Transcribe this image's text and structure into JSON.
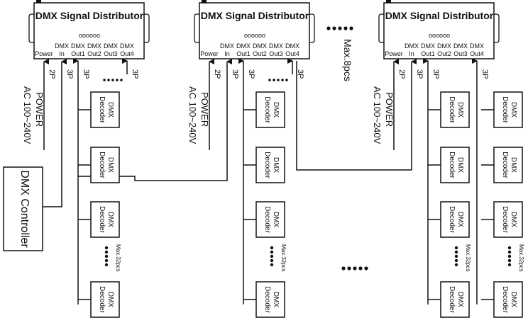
{
  "distributor": {
    "title": "DMX Signal Distributor",
    "leds": "oooooo",
    "ports": {
      "power": "Power",
      "dmx_in": "DMX In",
      "out1": "DMX Out1",
      "out2": "DMX Out2",
      "out3": "DMX Out3",
      "out4": "DMX Out4"
    }
  },
  "wiring": {
    "power_pins": "2P",
    "signal_pins": "3P"
  },
  "power": {
    "label": "POWER",
    "voltage": "AC 100~240V"
  },
  "controller": {
    "label": "DMX Controller"
  },
  "decoder": {
    "label": "DMX Decoder",
    "line1": "DMX",
    "line2": "Decoder"
  },
  "limits": {
    "decoders_per_output": "Max.32pcs",
    "distributors": "Max.8pcs"
  },
  "continuation": "•••••",
  "colors": {
    "line": "#111111",
    "box_fill": "#ffffff"
  }
}
